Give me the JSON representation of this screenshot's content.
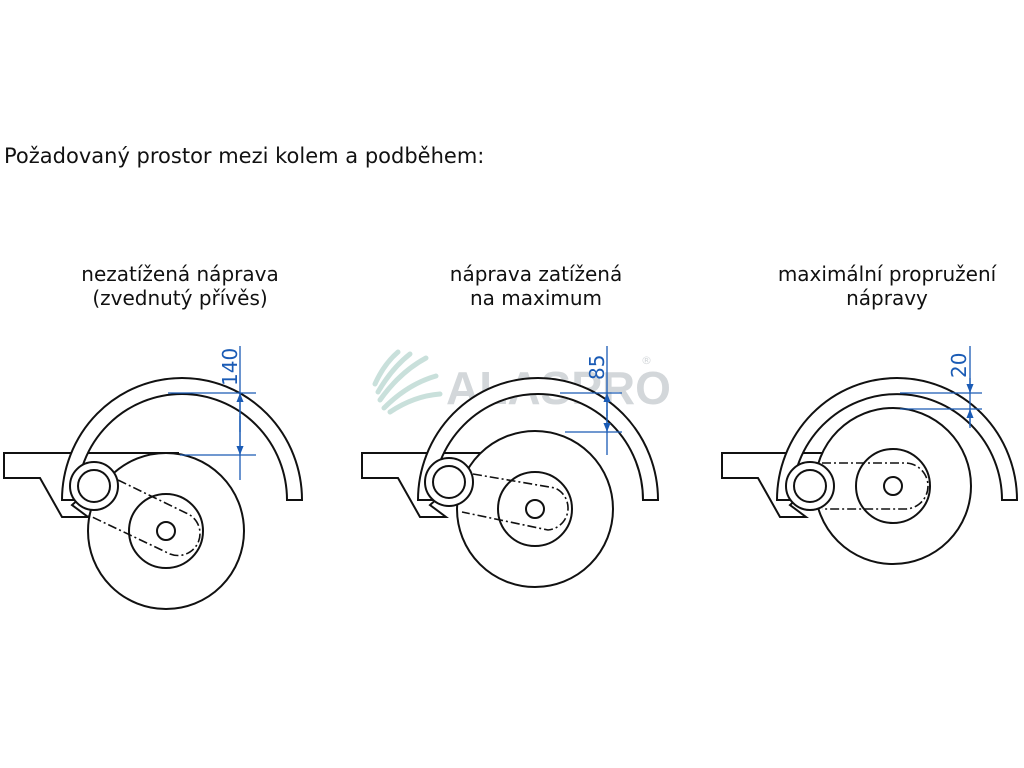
{
  "heading": "Požadovaný prostor mezi kolem a podběhem:",
  "panels": [
    {
      "title_line1": "nezatížená náprava",
      "title_line2": "(zvednutý přívěs)",
      "clearance": "140"
    },
    {
      "title_line1": "náprava zatížená",
      "title_line2": "na maximum",
      "clearance": "85"
    },
    {
      "title_line1": "maximální propružení",
      "title_line2": "nápravy",
      "clearance": "20"
    }
  ],
  "watermark": {
    "text": "ALASPRO",
    "registered": "®"
  },
  "colors": {
    "line": "#111111",
    "dimension": "#1a5bb5",
    "watermark": "#cfd3d6"
  }
}
